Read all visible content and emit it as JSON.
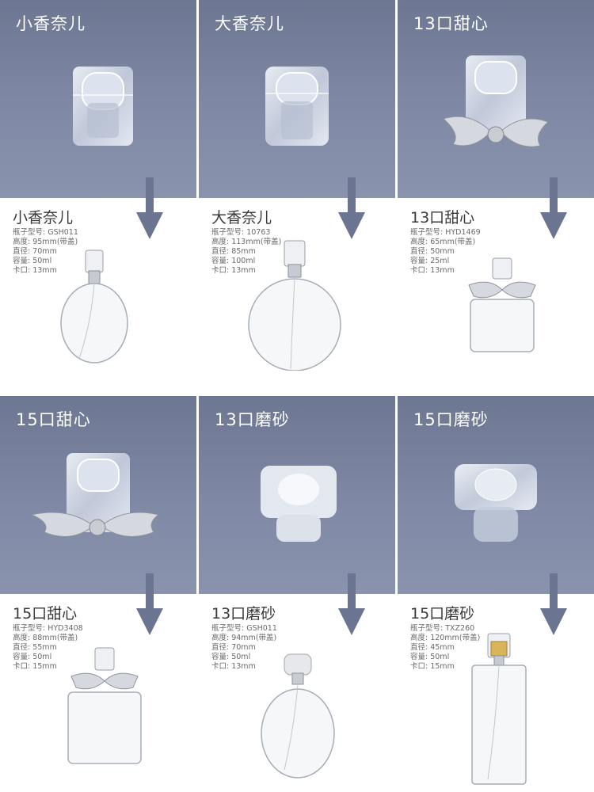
{
  "colors": {
    "panel": "#7a84a0",
    "arrow": "#6b7591"
  },
  "caps": [
    {
      "title": "小香奈儿"
    },
    {
      "title": "大香奈儿"
    },
    {
      "title": "13口甜心"
    },
    {
      "title": "15口甜心"
    },
    {
      "title": "13口磨砂"
    },
    {
      "title": "15口磨砂"
    }
  ],
  "bottles": [
    {
      "name": "小香奈儿",
      "specs": [
        "瓶子型号: GSH011",
        "高度: 95mm(带盖)",
        "直径: 70mm",
        "容量: 50ml",
        "卡口: 13mm"
      ]
    },
    {
      "name": "大香奈儿",
      "specs": [
        "瓶子型号: 10763",
        "高度: 113mm(带盖)",
        "直径: 85mm",
        "容量: 100ml",
        "卡口: 13mm"
      ]
    },
    {
      "name": "13口甜心",
      "specs": [
        "瓶子型号: HYD1469",
        "高度: 65mm(带盖)",
        "直径: 50mm",
        "容量: 25ml",
        "卡口: 13mm"
      ]
    },
    {
      "name": "15口甜心",
      "specs": [
        "瓶子型号: HYD3408",
        "高度: 88mm(带盖)",
        "直径: 55mm",
        "容量: 50ml",
        "卡口: 15mm"
      ]
    },
    {
      "name": "13口磨砂",
      "specs": [
        "瓶子型号: GSH011",
        "高度: 94mm(带盖)",
        "直径: 70mm",
        "容量: 50ml",
        "卡口: 13mm"
      ]
    },
    {
      "name": "15口磨砂",
      "specs": [
        "瓶子型号: TXZ260",
        "高度: 120mm(带盖)",
        "直径: 45mm",
        "容量: 50ml",
        "卡口: 15mm"
      ]
    }
  ]
}
